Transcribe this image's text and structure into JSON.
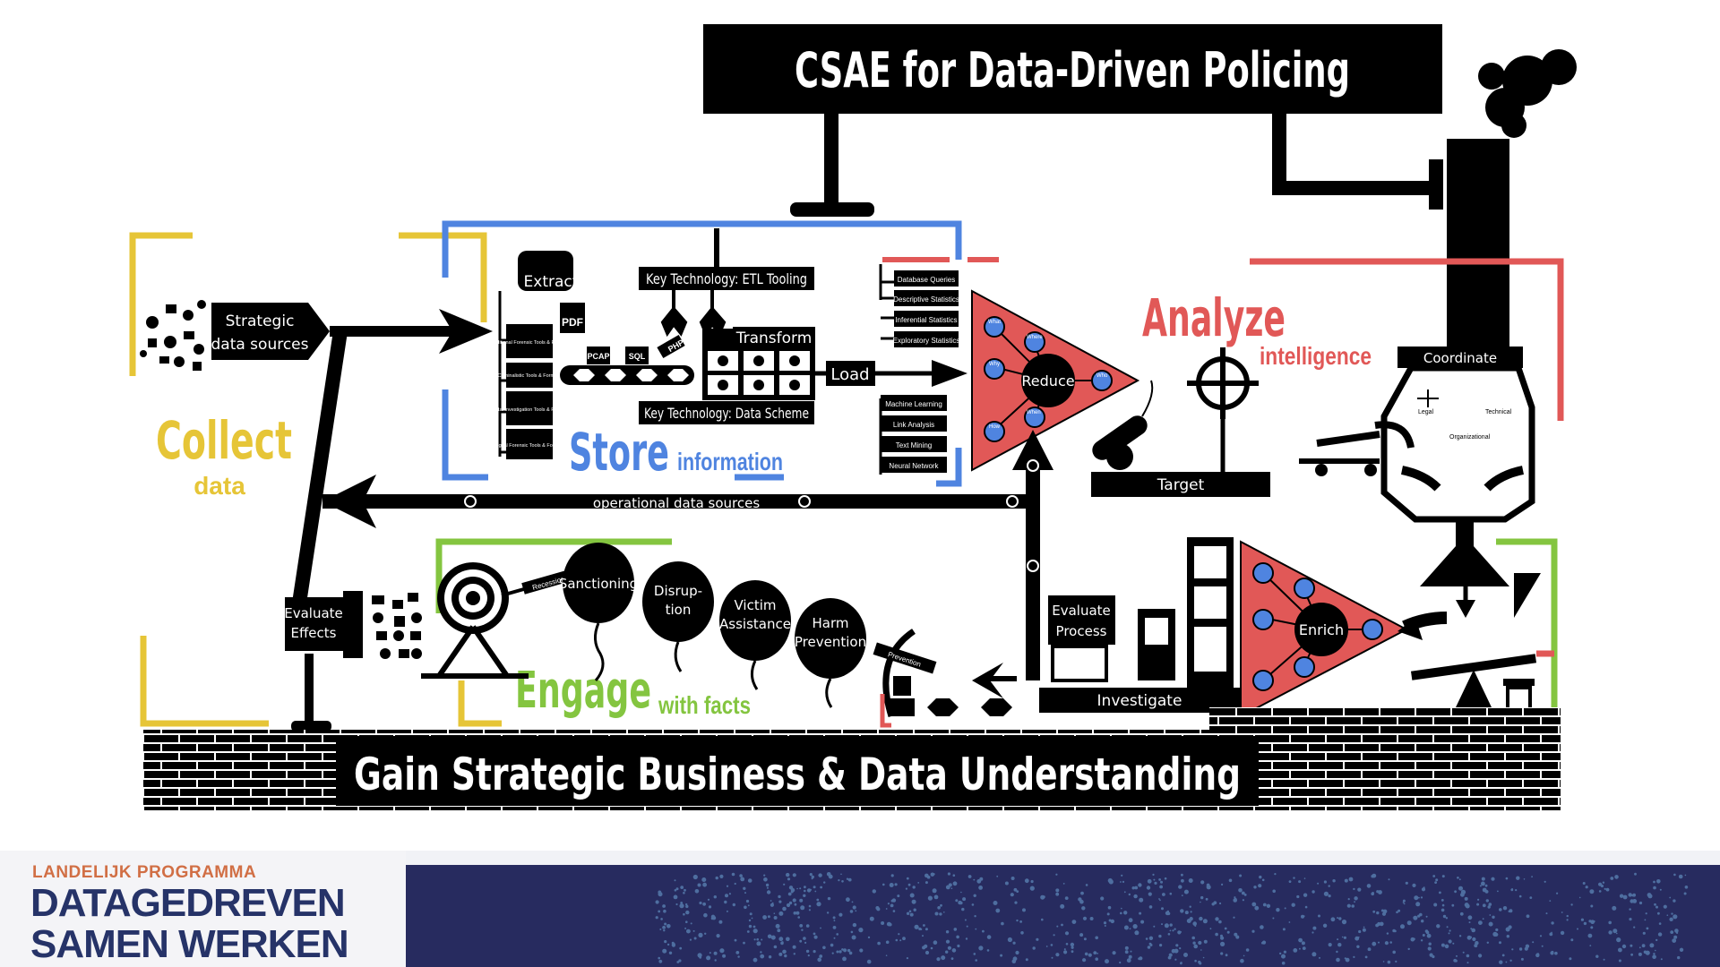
{
  "title": "CSAE for Data-Driven Policing",
  "bottom_banner": "Gain Strategic Business & Data Understanding",
  "collect": {
    "word": "Collect",
    "sub": "data",
    "sources_label_1": "Strategic",
    "sources_label_2": "data sources"
  },
  "store": {
    "word": "Store",
    "sub": "information",
    "extract": "Extract",
    "transform": "Transform",
    "load": "Load",
    "key_etl": "Key Technology: ETL Tooling",
    "key_scheme": "Key Technology: Data Scheme",
    "extract_items": [
      "Traditional Forensic Tools & Formats",
      "Criminalistic Tools & Formats",
      "Digital Investigation Tools & Formats",
      "Digital Forensic Tools & Formats"
    ],
    "file_tags": [
      "PDF",
      "PCAP",
      "SQL",
      "PHP"
    ]
  },
  "analyze": {
    "word": "Analyze",
    "sub": "intelligence",
    "reduce": "Reduce",
    "target": "Target",
    "methods_top": [
      "Database Queries",
      "Descriptive Statistics",
      "Inferential Statistics",
      "Exploratory Statistics"
    ],
    "methods_bottom": [
      "Machine Learning",
      "Link Analysis",
      "Text Mining",
      "Neural Network"
    ],
    "node_labels": [
      "What",
      "Where",
      "Who",
      "When",
      "Why",
      "How"
    ]
  },
  "coordinate": {
    "label": "Coordinate",
    "items": [
      "Legal",
      "Technical",
      "Organizational"
    ]
  },
  "operational": "operational data sources",
  "engage": {
    "word": "Engage",
    "sub": "with facts",
    "evaluate_1": "Evaluate",
    "evaluate_2": "Effects",
    "arrow_tag": "Recession",
    "prevention_tag": "Prevention",
    "balloons": [
      [
        "Sanctioning"
      ],
      [
        "Disrup-",
        "tion"
      ],
      [
        "Victim",
        "Assistance"
      ],
      [
        "Harm",
        "Prevention"
      ]
    ]
  },
  "enrich": {
    "label": "Enrich",
    "evaluate_1": "Evaluate",
    "evaluate_2": "Process",
    "investigate": "Investigate"
  },
  "colors": {
    "collect": "#e6c537",
    "store": "#4f84e0",
    "analyze": "#e15857",
    "engage": "#84c540",
    "ink": "#000000"
  },
  "footer": {
    "subtitle": "LANDELIJK PROGRAMMA",
    "line1": "DATAGEDREVEN",
    "line2": "SAMEN WERKEN"
  }
}
